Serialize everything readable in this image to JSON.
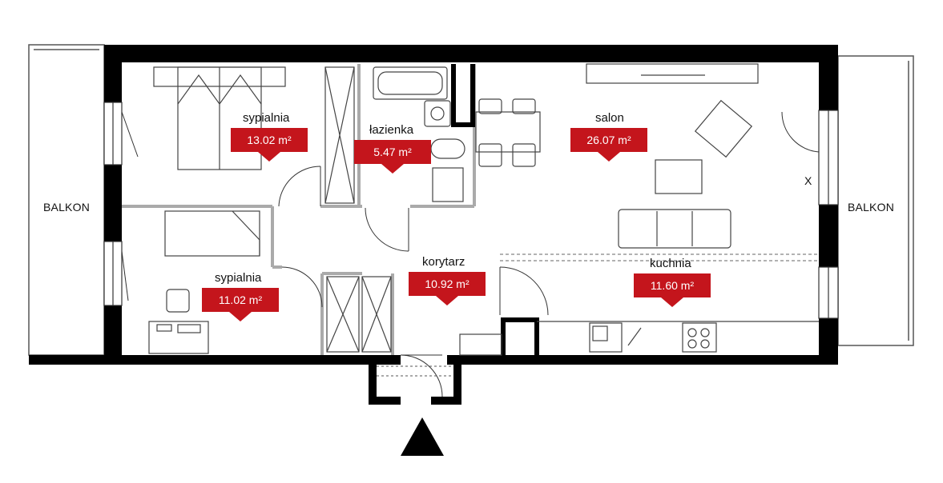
{
  "rooms": [
    {
      "id": "sypialnia-1",
      "name": "sypialnia",
      "area": "13.02 m²"
    },
    {
      "id": "lazienka",
      "name": "łazienka",
      "area": "5.47 m²"
    },
    {
      "id": "salon",
      "name": "salon",
      "area": "26.07 m²"
    },
    {
      "id": "sypialnia-2",
      "name": "sypialnia",
      "area": "11.02 m²"
    },
    {
      "id": "korytarz",
      "name": "korytarz",
      "area": "10.92 m²"
    },
    {
      "id": "kuchnia",
      "name": "kuchnia",
      "area": "11.60 m²"
    }
  ],
  "balconies": {
    "left": "BALKON",
    "right": "BALKON"
  },
  "marker": "X",
  "colors": {
    "accent": "#c4151c",
    "wall": "#000000",
    "partition": "#aaaaaa",
    "furniture": "#444444"
  },
  "icons": [
    "entrance-arrow-icon",
    "door-swing-icon",
    "window-icon"
  ]
}
